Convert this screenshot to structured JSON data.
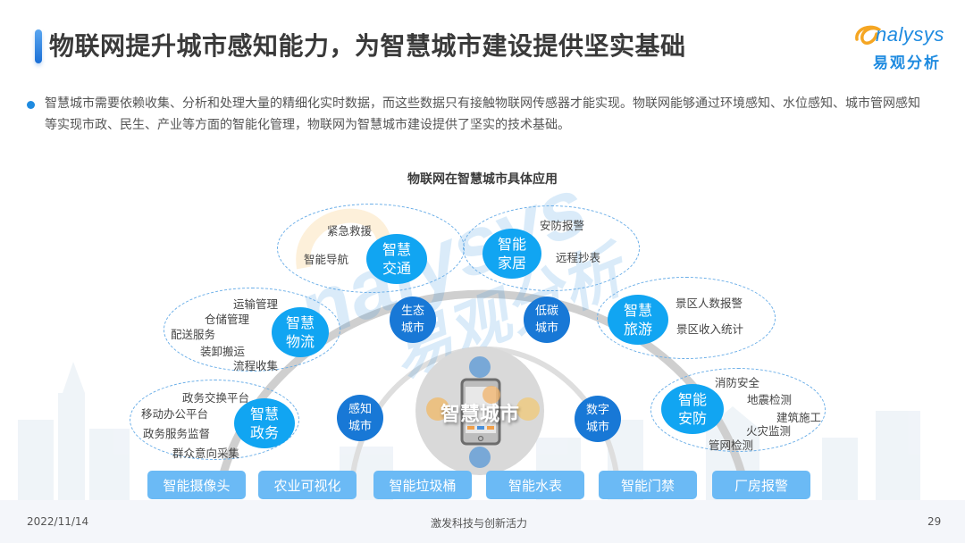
{
  "header": {
    "title": "物联网提升城市感知能力，为智慧城市建设提供坚实基础",
    "logo": {
      "english": "nalysys",
      "chinese": "易观分析"
    }
  },
  "intro": {
    "text": "智慧城市需要依赖收集、分析和处理大量的精细化实时数据，而这些数据只有接触物联网传感器才能实现。物联网能够通过环境感知、水位感知、城市管网感知等实现市政、民生、产业等方面的智能化管理，物联网为智慧城市建设提供了坚实的技术基础。"
  },
  "diagram": {
    "title": "物联网在智慧城市具体应用",
    "center": "智慧城市",
    "clusters": [
      {
        "name": "智慧交通",
        "line1": "智慧",
        "line2": "交通",
        "items": [
          "紧急救援",
          "智能导航"
        ]
      },
      {
        "name": "智能家居",
        "line1": "智能",
        "line2": "家居",
        "items": [
          "安防报警",
          "远程抄表"
        ]
      },
      {
        "name": "智慧物流",
        "line1": "智慧",
        "line2": "物流",
        "items": [
          "运输管理",
          "仓储管理",
          "配送服务",
          "装卸搬运",
          "流程收集"
        ]
      },
      {
        "name": "智慧旅游",
        "line1": "智慧",
        "line2": "旅游",
        "items": [
          "景区人数报警",
          "景区收入统计"
        ]
      },
      {
        "name": "智慧政务",
        "line1": "智慧",
        "line2": "政务",
        "items": [
          "政务交换平台",
          "移动办公平台",
          "政务服务监督",
          "群众意向采集"
        ]
      },
      {
        "name": "智能安防",
        "line1": "智能",
        "line2": "安防",
        "items": [
          "消防安全",
          "地震检测",
          "建筑施工",
          "火灾监测",
          "管网检测"
        ]
      }
    ],
    "inner_nodes": [
      {
        "line1": "生态",
        "line2": "城市"
      },
      {
        "line1": "低碳",
        "line2": "城市"
      },
      {
        "line1": "感知",
        "line2": "城市"
      },
      {
        "line1": "数字",
        "line2": "城市"
      }
    ],
    "tags": [
      "智能摄像头",
      "农业可视化",
      "智能垃圾桶",
      "智能水表",
      "智能门禁",
      "厂房报警"
    ]
  },
  "footer": {
    "date": "2022/11/14",
    "slogan": "激发科技与创新活力",
    "page": "29"
  },
  "colors": {
    "primary": "#1f8be0",
    "bubble_light": "#11a5f2",
    "bubble_dark": "#1878d6",
    "tag": "#6bbaf5",
    "arc": "#c8c8c8"
  }
}
